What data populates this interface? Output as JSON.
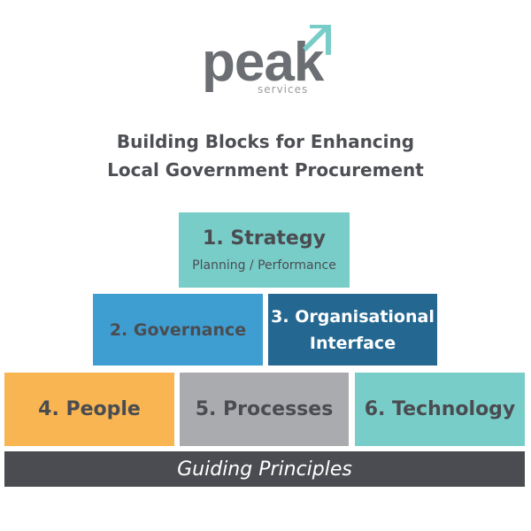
{
  "logo": {
    "word": "peak",
    "subtext": "services",
    "accent_color": "#79cdc8"
  },
  "title": {
    "line1": "Building Blocks for Enhancing",
    "line2": "Local Government Procurement"
  },
  "blocks": {
    "strategy": {
      "label": "1. Strategy",
      "sublabel": "Planning / Performance",
      "color": "#79cdc8"
    },
    "governance": {
      "label": "2. Governance",
      "color": "#3f9ed1"
    },
    "organisational": {
      "label_line1": "3. Organisational",
      "label_line2": "Interface",
      "color": "#246891"
    },
    "people": {
      "label": "4. People",
      "color": "#f8b552"
    },
    "processes": {
      "label": "5. Processes",
      "color": "#a9abae"
    },
    "technology": {
      "label": "6. Technology",
      "color": "#79cdc8"
    },
    "guiding": {
      "label": "Guiding Principles",
      "color": "#4a4c51"
    }
  }
}
